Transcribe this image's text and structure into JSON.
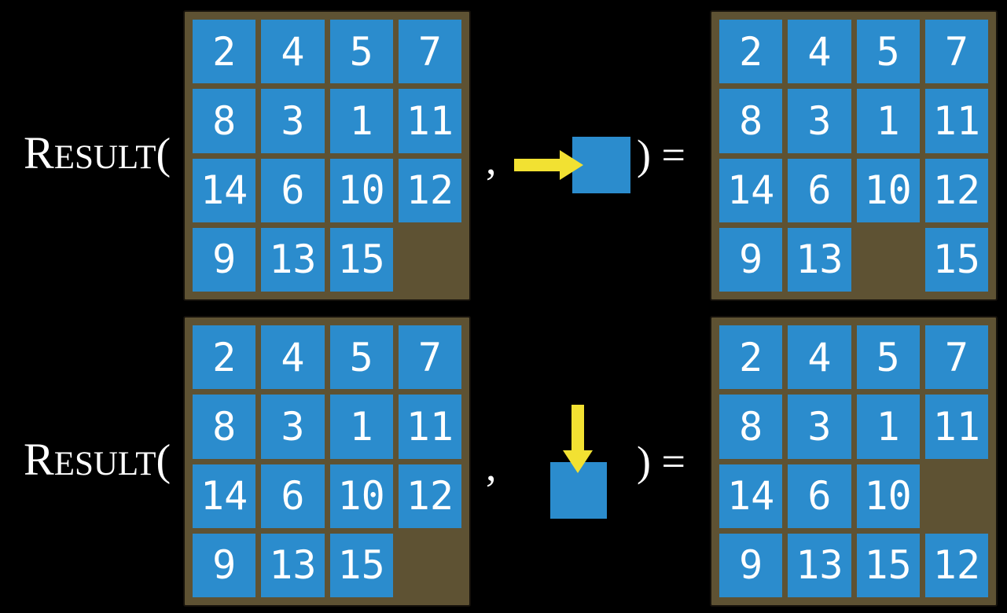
{
  "colors": {
    "background": "#000000",
    "board_brown": "#5e5233",
    "board_edge": "#15110b",
    "tile_blue": "#2b8ccd",
    "arrow_yellow": "#f2e132",
    "text_white": "#ffffff"
  },
  "function": {
    "name_initial": "R",
    "name_rest": "ESULT",
    "open_paren": "(",
    "comma": ",",
    "close_paren_equals": ") ="
  },
  "rows": [
    {
      "action_direction": "right",
      "arrow_icon": "right-arrow-icon",
      "before": [
        [
          "2",
          "4",
          "5",
          "7"
        ],
        [
          "8",
          "3",
          "1",
          "11"
        ],
        [
          "14",
          "6",
          "10",
          "12"
        ],
        [
          "9",
          "13",
          "15",
          ""
        ]
      ],
      "after": [
        [
          "2",
          "4",
          "5",
          "7"
        ],
        [
          "8",
          "3",
          "1",
          "11"
        ],
        [
          "14",
          "6",
          "10",
          "12"
        ],
        [
          "9",
          "13",
          "",
          "15"
        ]
      ]
    },
    {
      "action_direction": "down",
      "arrow_icon": "down-arrow-icon",
      "before": [
        [
          "2",
          "4",
          "5",
          "7"
        ],
        [
          "8",
          "3",
          "1",
          "11"
        ],
        [
          "14",
          "6",
          "10",
          "12"
        ],
        [
          "9",
          "13",
          "15",
          ""
        ]
      ],
      "after": [
        [
          "2",
          "4",
          "5",
          "7"
        ],
        [
          "8",
          "3",
          "1",
          "11"
        ],
        [
          "14",
          "6",
          "10",
          ""
        ],
        [
          "9",
          "13",
          "15",
          "12"
        ]
      ]
    }
  ]
}
